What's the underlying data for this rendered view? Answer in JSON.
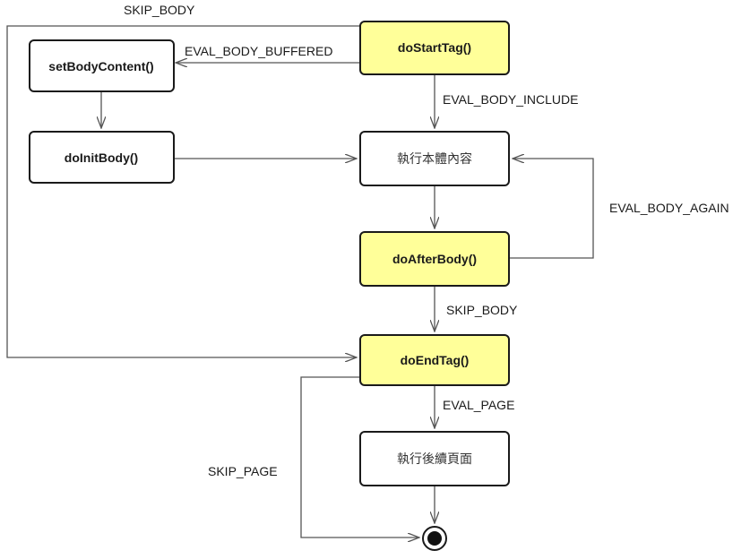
{
  "nodes": {
    "do_start_tag": "doStartTag()",
    "set_body_content": "setBodyContent()",
    "do_init_body": "doInitBody()",
    "execute_body": "執行本體內容",
    "do_after_body": "doAfterBody()",
    "do_end_tag": "doEndTag()",
    "execute_rest_page": "執行後續頁面"
  },
  "edges": {
    "skip_body_top": "SKIP_BODY",
    "eval_body_buffered": "EVAL_BODY_BUFFERED",
    "eval_body_include": "EVAL_BODY_INCLUDE",
    "eval_body_again": "EVAL_BODY_AGAIN",
    "skip_body_middle": "SKIP_BODY",
    "eval_page": "EVAL_PAGE",
    "skip_page": "SKIP_PAGE"
  },
  "colors": {
    "lifecycle_method_fill": "#ffff99",
    "step_fill": "#ffffff"
  }
}
